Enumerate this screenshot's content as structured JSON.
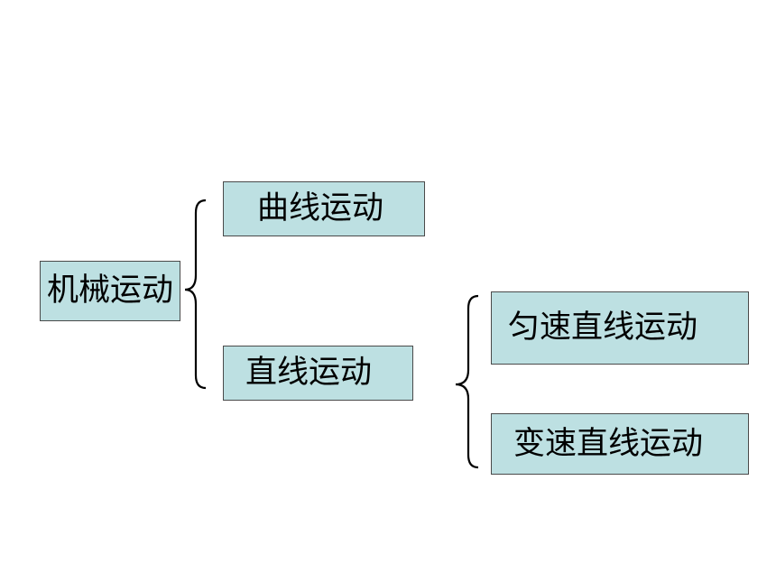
{
  "diagram": {
    "root": {
      "label": "机械运动"
    },
    "branches": {
      "curve": {
        "label": "曲线运动"
      },
      "straight": {
        "label": "直线运动"
      }
    },
    "straight_children": {
      "uniform": {
        "label": "匀速直线运动"
      },
      "variable": {
        "label": "变速直线运动"
      }
    },
    "colors": {
      "box_fill": "#bde0e2",
      "box_border": "#4a4a4a",
      "text": "#000000",
      "brace": "#000000"
    }
  }
}
